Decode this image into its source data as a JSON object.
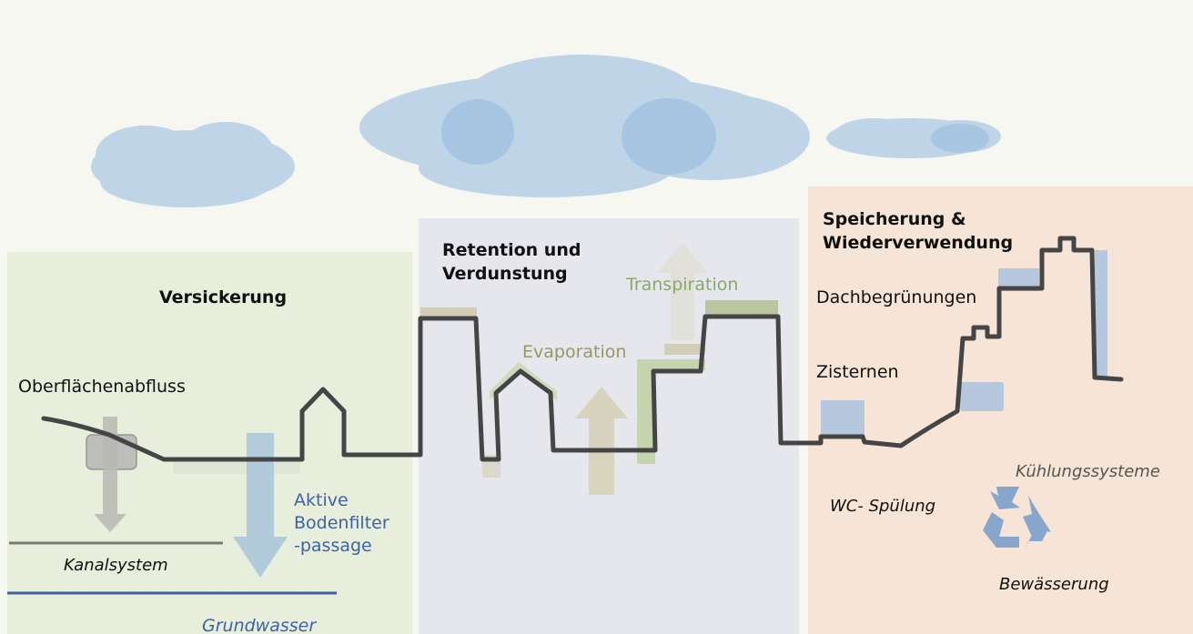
{
  "zones": {
    "versickerung": {
      "title": "Versickerung",
      "oberflaechenabfluss": "Oberflächenabfluss",
      "kanalsystem": "Kanalsystem",
      "grundwasser": "Grundwasser",
      "aktive": "Aktive",
      "bodenfilter": "Bodenfilter",
      "passage": "-passage"
    },
    "retention": {
      "title_line1": "Retention und",
      "title_line2": "Verdunstung",
      "evaporation": "Evaporation",
      "transpiration": "Transpiration"
    },
    "speicherung": {
      "title_line1": "Speicherung &",
      "title_line2": "Wiederverwendung",
      "dachbegruenungen": "Dachbegrünungen",
      "zisternen": "Zisternen",
      "wc_spuelung": "WC- Spülung",
      "kuehlungssysteme": "Kühlungssysteme",
      "bewaesserung": "Bewässerung"
    }
  },
  "colors": {
    "panel_left": "#e7eedb",
    "panel_middle": "#e6e7ec",
    "panel_right": "#f6e5d6",
    "cloud": "#b9d2e6",
    "cloud_dark": "#9dbfe0",
    "skyline": "#454545",
    "label_blue": "#3f62a3",
    "evaporation": "#9a9568",
    "transpiration": "#8aa86a",
    "recycle": "#7d9fcc"
  },
  "icons": [
    "cloud-icon",
    "recycle-icon",
    "arrow-down-icon",
    "arrow-up-icon"
  ]
}
